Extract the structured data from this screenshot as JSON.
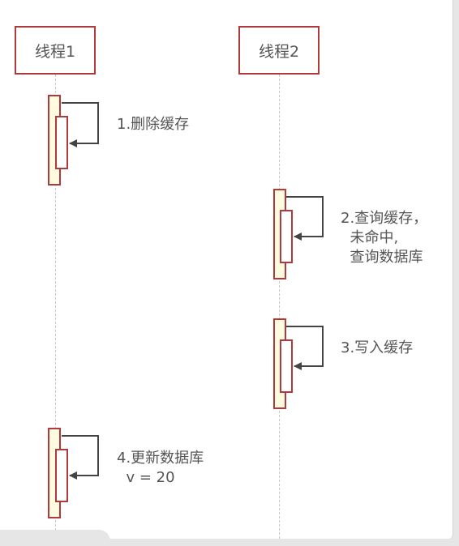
{
  "lanes": [
    "线程1",
    "线程2"
  ],
  "steps": [
    {
      "label": "1.删除缓存"
    },
    {
      "label": "2.查询缓存，\n  未命中,\n  查询数据库"
    },
    {
      "label": "3.写入缓存"
    },
    {
      "label": "4.更新数据库\n  v = 20"
    }
  ],
  "colors": {
    "border": "#b03a3a",
    "activation_fill": "#fffbe0",
    "arrow": "#444444",
    "lifeline": "#c8c8c8"
  }
}
